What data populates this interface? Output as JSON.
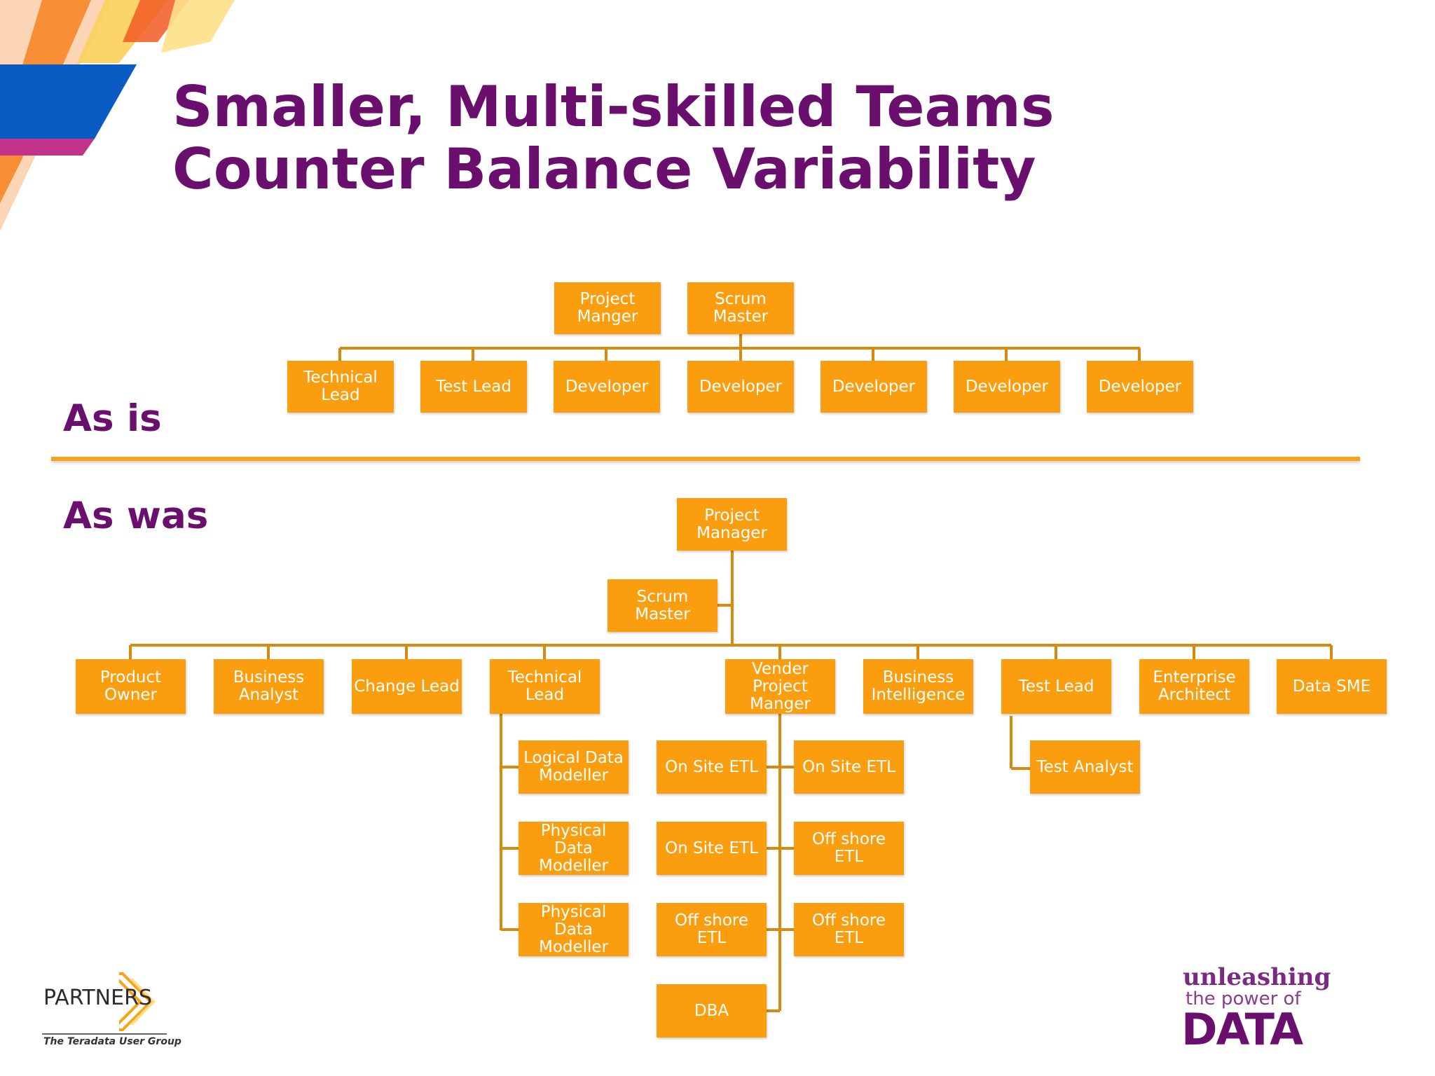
{
  "title": {
    "line1": "Smaller, Multi-skilled Teams",
    "line2": "Counter Balance Variability"
  },
  "sections": {
    "as_is": "As is",
    "as_was": "As was"
  },
  "colors": {
    "title": "#6b0f6e",
    "box": "#fa9e0f",
    "box_text": "#ffffff",
    "connector": "#d98a0c",
    "divider": "#f7a21b"
  },
  "as_is": {
    "leadership": [
      "Project Manger",
      "Scrum Master"
    ],
    "team": [
      "Technical Lead",
      "Test Lead",
      "Developer",
      "Developer",
      "Developer",
      "Developer",
      "Developer"
    ]
  },
  "as_was": {
    "root": "Project Manager",
    "side": "Scrum Master",
    "roles": [
      "Product Owner",
      "Business Analyst",
      "Change Lead",
      "Technical Lead",
      "Vender Project Manger",
      "Business Intelligence",
      "Test Lead",
      "Enterprise Architect",
      "Data SME"
    ],
    "technical_lead_reports": [
      "Logical Data Modeller",
      "Physical Data Modeller",
      "Physical Data Modeller"
    ],
    "vendor_left_reports": [
      "On Site ETL",
      "On Site ETL",
      "Off shore ETL",
      "DBA"
    ],
    "vendor_right_reports": [
      "On Site ETL",
      "Off shore ETL",
      "Off shore ETL"
    ],
    "test_lead_reports": [
      "Test Analyst"
    ]
  },
  "logos": {
    "partners": "PARTNERS",
    "partners_tagline": "The Teradata User Group",
    "event_line1": "unleashing",
    "event_line2": "the power of",
    "event_line3": "DATA"
  }
}
